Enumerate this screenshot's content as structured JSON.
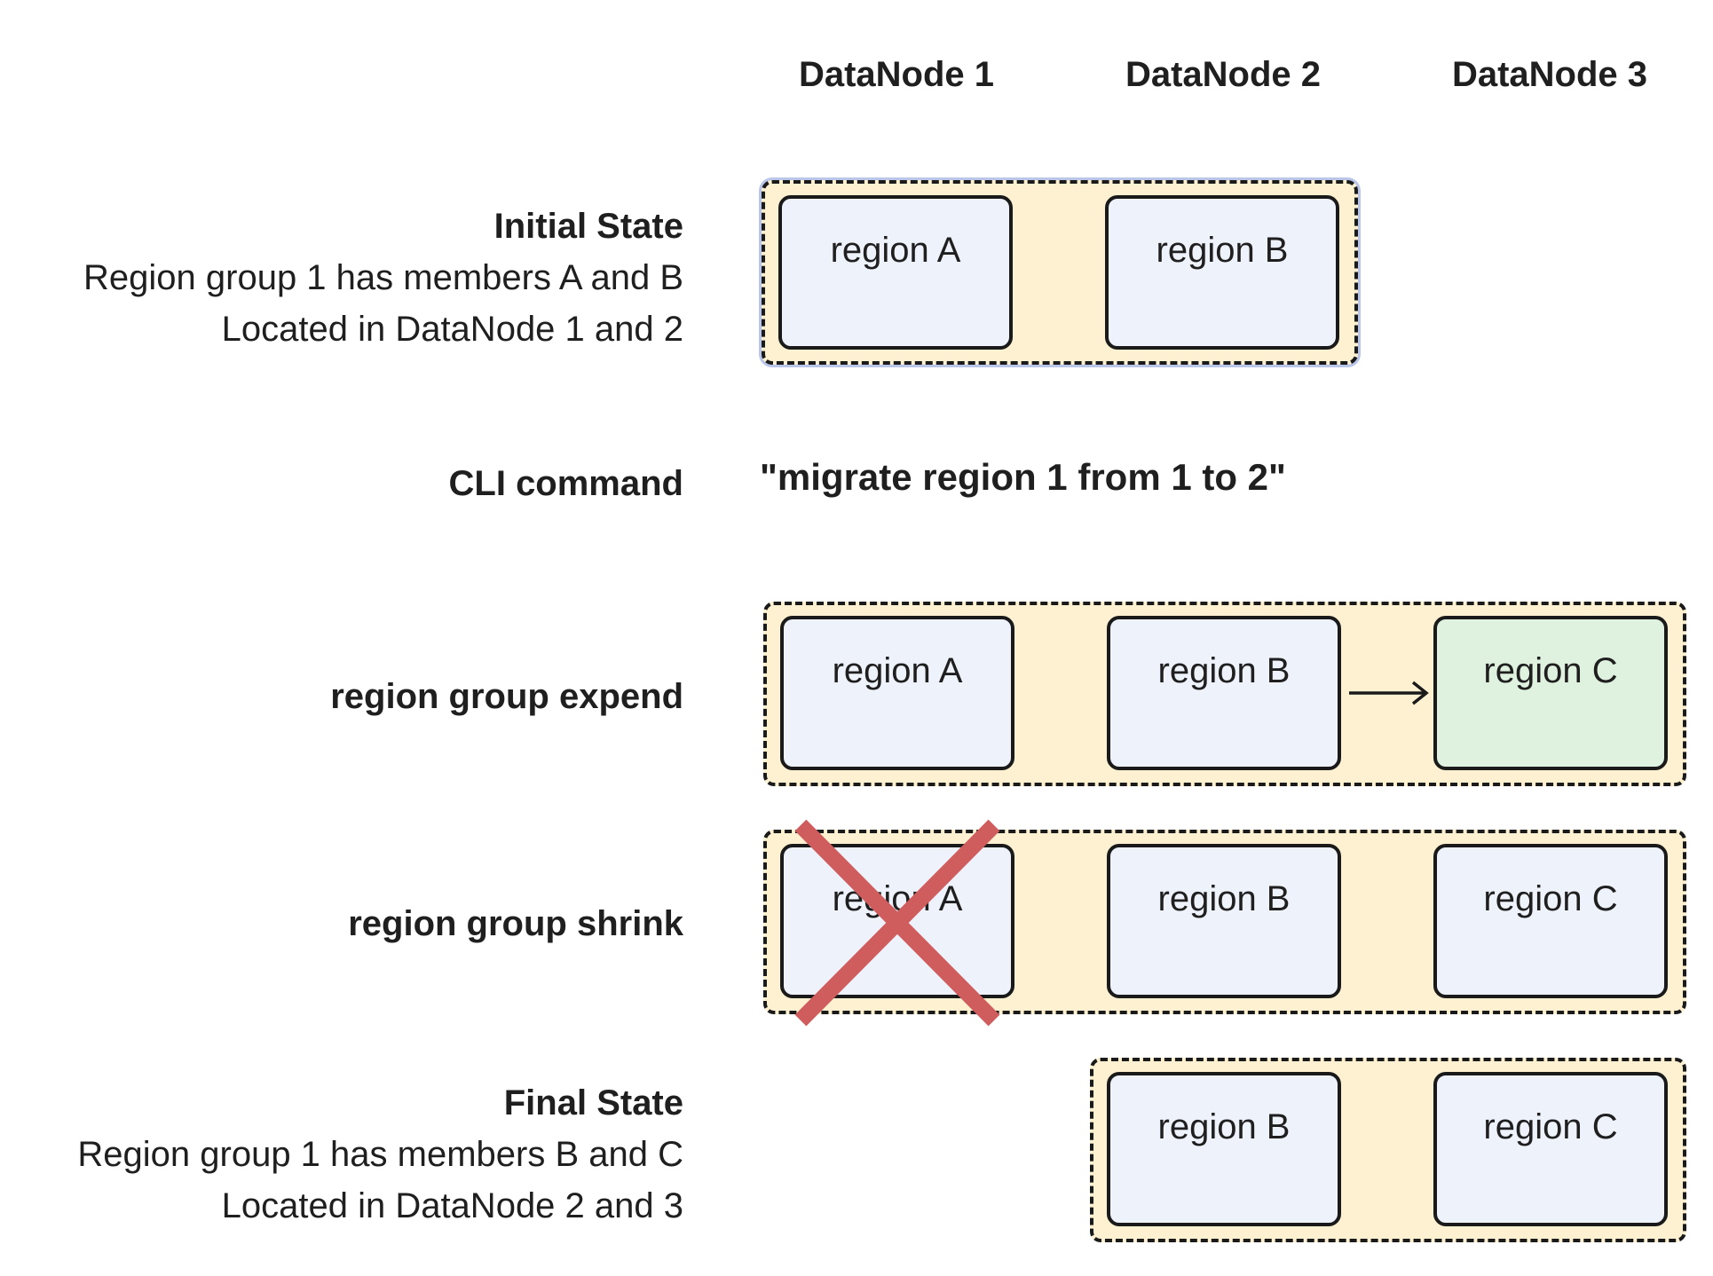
{
  "columns": [
    "DataNode 1",
    "DataNode 2",
    "DataNode 3"
  ],
  "stages": {
    "initial": {
      "title": "Initial State",
      "line1": "Region group 1 has members A and B",
      "line2": "Located in DataNode 1 and 2",
      "regions": [
        "region A",
        "region B"
      ]
    },
    "command": {
      "title": "CLI command",
      "text": "\"migrate region 1 from 1 to 2\""
    },
    "expend": {
      "title": "region group expend",
      "regions": [
        "region A",
        "region B",
        "region C"
      ]
    },
    "shrink": {
      "title": "region group shrink",
      "regions": [
        "region A",
        "region B",
        "region C"
      ]
    },
    "final": {
      "title": "Final State",
      "line1": "Region group 1 has members B and C",
      "line2": "Located in DataNode 2 and 3",
      "regions": [
        "region B",
        "region C"
      ]
    }
  },
  "colors": {
    "group_fill": "#fdf1d1",
    "region_fill": "#eef2fb",
    "new_region_fill": "#dff1df",
    "remove_cross": "#d05d5d"
  },
  "icons": {
    "arrow": "right-arrow",
    "remove": "x-cross"
  }
}
